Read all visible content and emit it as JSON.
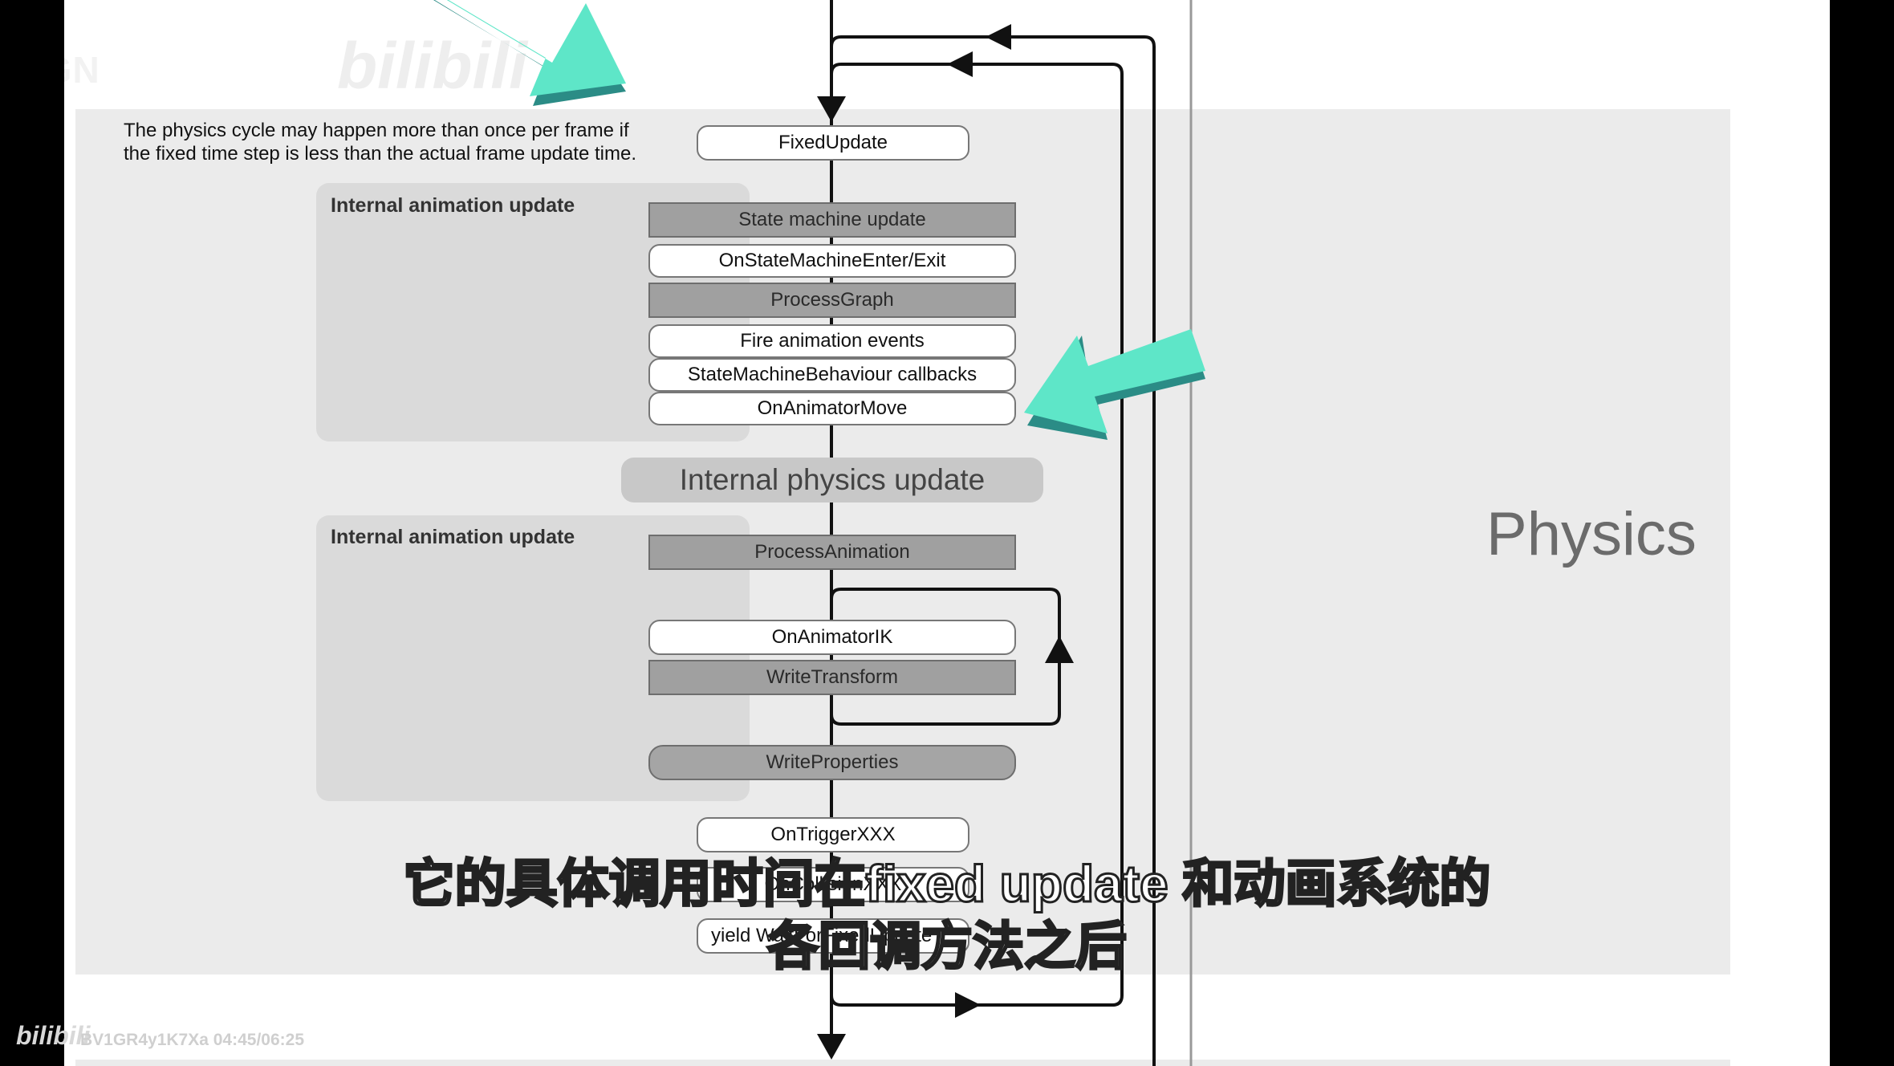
{
  "watermark": {
    "channel": "IGN",
    "logo": "bilibili"
  },
  "note": {
    "line1": "The physics cycle may happen more than once per frame if",
    "line2": "the fixed time step is less than the actual frame update time."
  },
  "top_step": "FixedUpdate",
  "section1": {
    "title": "Internal animation update",
    "items": [
      "State machine update",
      "OnStateMachineEnter/Exit",
      "ProcessGraph",
      "Fire animation events",
      "StateMachineBehaviour callbacks",
      "OnAnimatorMove"
    ]
  },
  "physics_update": "Internal physics update",
  "section2": {
    "title": "Internal animation update",
    "items": [
      "ProcessAnimation",
      "OnAnimatorIK",
      "WriteTransform",
      "WriteProperties"
    ]
  },
  "after_steps": [
    "OnTriggerXXX",
    "OnCollisionXXX",
    "yield WaitForFixedUpdate"
  ],
  "phase_label": "Physics",
  "subtitle": {
    "line1": "它的具体调用时间在fixed update 和动画系统的",
    "line2": "各回调方法之后"
  },
  "footer": {
    "logo": "bilibili",
    "video_id": "BV1GR4y1K7Xa 04:45/06:25"
  },
  "colors": {
    "arrow_fill": "#5ee6c8",
    "arrow_edge": "#2b8c86",
    "panel": "#ebebeb"
  }
}
